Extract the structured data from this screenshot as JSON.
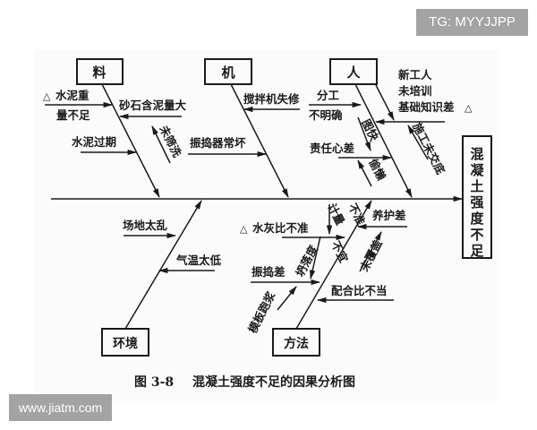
{
  "watermarks": {
    "top_right": "TG: MYYJJPP",
    "bottom_left": "www.jiatm.com"
  },
  "caption": {
    "figure_no": "图 3-8",
    "title": "混凝土强度不足的因果分析图"
  },
  "effect": {
    "label": "混凝土强度不足",
    "chars": [
      "混",
      "凝",
      "土",
      "强",
      "度",
      "不",
      "足"
    ]
  },
  "categories": {
    "material": {
      "label": "料",
      "causes": {
        "cement_weight_1": "水泥重",
        "cement_weight_2": "量不足",
        "sand_mud": "砂石含泥量大",
        "not_sieved": "未筛洗",
        "cement_expired": "水泥过期"
      },
      "marked": "△"
    },
    "machine": {
      "label": "机",
      "causes": {
        "mixer_repair": "搅拌机失修",
        "vibrator_broken": "振捣器常坏"
      }
    },
    "people": {
      "label": "人",
      "causes": {
        "division_1": "分工",
        "division_2": "不明确",
        "new_workers_1": "新工人",
        "new_workers_2": "未培训",
        "new_workers_3": "基础知识差",
        "no_briefing": "施工未交底",
        "responsibility": "责任心差",
        "shortcut": "图快",
        "lazy": "偷懒"
      },
      "marked": "△"
    },
    "environment": {
      "label": "环境",
      "causes": {
        "messy_site": "场地太乱",
        "low_temp": "气温太低"
      }
    },
    "method": {
      "label": "方法",
      "causes": {
        "wc_ratio": "水灰比不准",
        "metering": "计量",
        "inaccurate": "不准",
        "slump": "坍落度",
        "improper": "不宜",
        "vibrating_poor": "振捣差",
        "formwork_leak": "模板跑浆",
        "curing_poor": "养护差",
        "not_covered": "未覆盖",
        "mix_improper": "配合比不当"
      },
      "marked": "△"
    }
  },
  "colors": {
    "line": "#1a1a1a",
    "paper": "#fbfbfb",
    "watermark_bg": "#a3a3a3"
  }
}
